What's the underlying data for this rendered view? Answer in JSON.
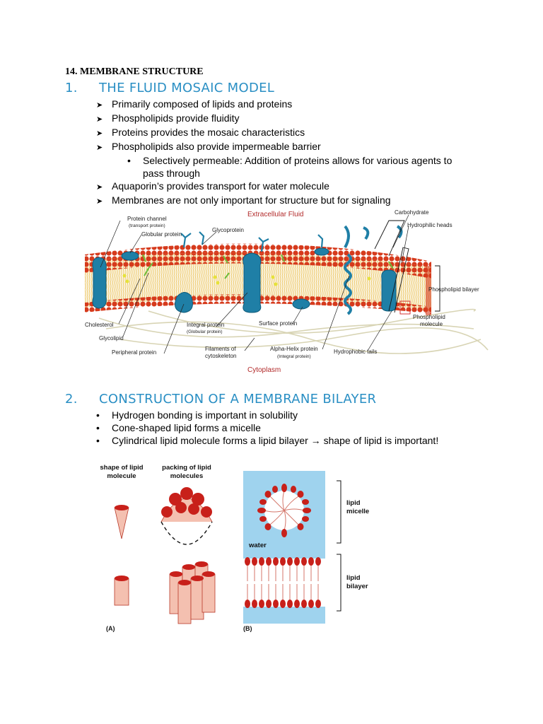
{
  "chapter": "14. MEMBRANE STRUCTURE",
  "section1": {
    "number": "1.",
    "title": "THE FLUID MOSAIC MODEL",
    "bullets": [
      "Primarily composed of lipids and proteins",
      "Phospholipids provide fluidity",
      "Proteins provides the mosaic characteristics",
      "Phospholipids also provide impermeable barrier"
    ],
    "sub_bullet_line1": "Selectively permeable: Addition of proteins allows for various agents to",
    "sub_bullet_line2": "pass through",
    "bullets2": [
      "Aquaporin’s provides transport for water molecule",
      "Membranes are not only important for structure but for signaling"
    ]
  },
  "figure1": {
    "extracellular": "Extracellular Fluid",
    "cytoplasm": "Cytoplasm",
    "protein_channel": "Protein channel",
    "transport_protein": "(transport protein)",
    "globular_protein": "Globular protein",
    "glycoprotein": "Glycoprotein",
    "carbohydrate": "Carbohydrate",
    "hydrophilic_heads": "Hydrophilic heads",
    "phospholipid_bilayer": "Phospholipid bilayer",
    "phospholipid_molecule_1": "Phospholipid",
    "phospholipid_molecule_2": "molecule",
    "cholesterol": "Cholesterol",
    "integral_protein": "Integral protein",
    "globular_protein_paren": "(Globular protein)",
    "surface_protein": "Surface protein",
    "glycolipid": "Glycolipid",
    "peripheral_protein": "Peripheral protein",
    "filaments_1": "Filaments of",
    "filaments_2": "cytoskeleton",
    "alpha_helix": "Alpha-Helix protein",
    "integral_protein_paren": "(Integral protein)",
    "hydrophobic_tails": "Hydrophobic tails"
  },
  "section2": {
    "number": "2.",
    "title": "CONSTRUCTION OF A MEMBRANE BILAYER",
    "bullets": [
      "Hydrogen bonding is important in solubility",
      "Cone-shaped lipid forms a micelle"
    ],
    "bullet3_a": "Cylindrical lipid molecule forms a lipid bilayer",
    "bullet3_b": "shape of lipid is important!"
  },
  "figure2": {
    "shape_1": "shape of lipid",
    "shape_2": "molecule",
    "packing_1": "packing of lipid",
    "packing_2": "molecules",
    "water": "water",
    "micelle_1": "lipid",
    "micelle_2": "micelle",
    "bilayer_1": "lipid",
    "bilayer_2": "bilayer",
    "panel_a": "(A)",
    "panel_b": "(B)"
  },
  "colors": {
    "heading": "#2a8fc4",
    "lipid_head": "#d02020",
    "protein": "#1f7fa6",
    "water_bg": "#9fd3ee"
  }
}
